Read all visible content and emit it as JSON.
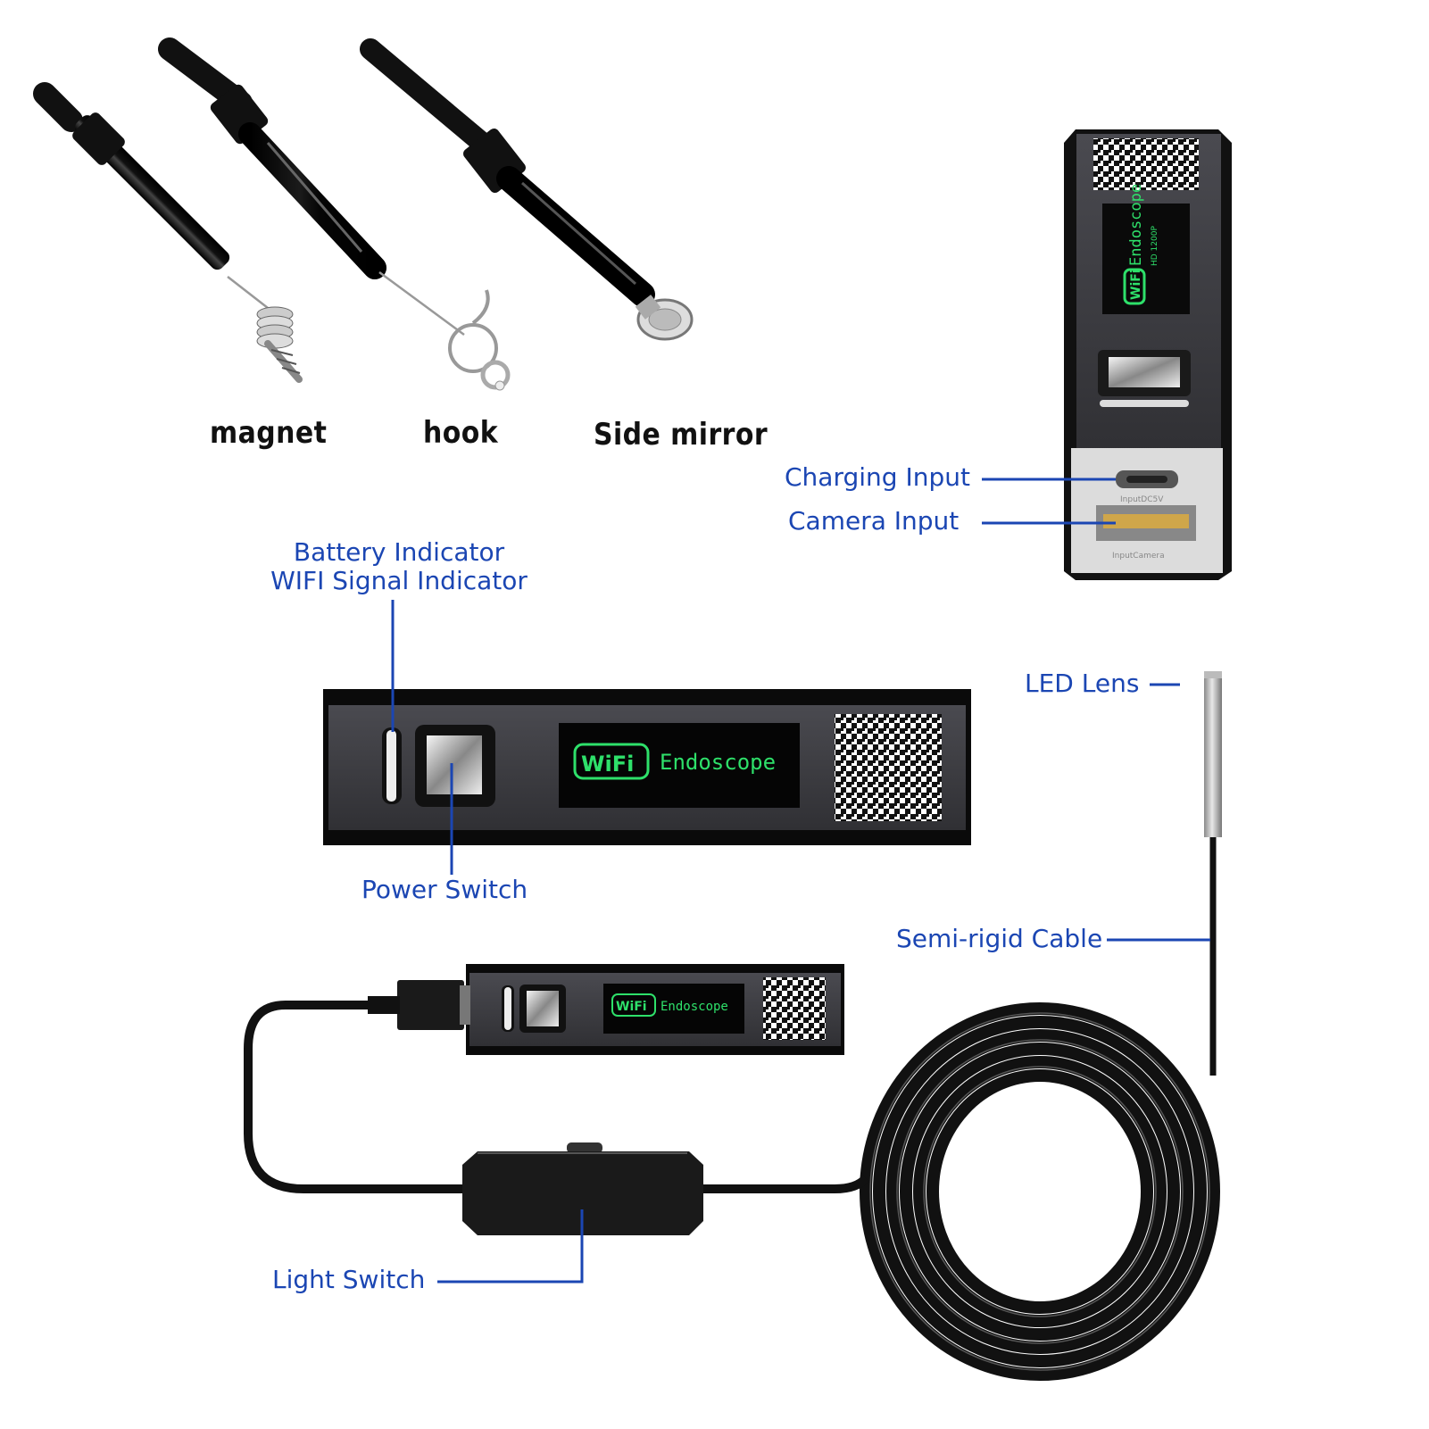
{
  "attachments": {
    "magnet": "magnet",
    "hook": "hook",
    "side_mirror": "Side mirror"
  },
  "callouts": {
    "charging_input": "Charging Input",
    "camera_input": "Camera Input",
    "battery_indicator": "Battery Indicator",
    "wifi_signal_indicator": "WIFI Signal Indicator",
    "power_switch": "Power Switch",
    "led_lens": "LED Lens",
    "semi_rigid_cable": "Semi-rigid Cable",
    "light_switch": "Light Switch"
  },
  "device": {
    "badge": "WiFi",
    "name": "Endoscope",
    "resolution": "HD 1200P",
    "port_dc_label": "InputDC5V",
    "port_camera_label": "InputCamera"
  },
  "colors": {
    "callout_text": "#1b46b3",
    "callout_line": "#1b46b3",
    "screen_green": "#2ee06a",
    "body_gray": "#3a3a3e"
  }
}
